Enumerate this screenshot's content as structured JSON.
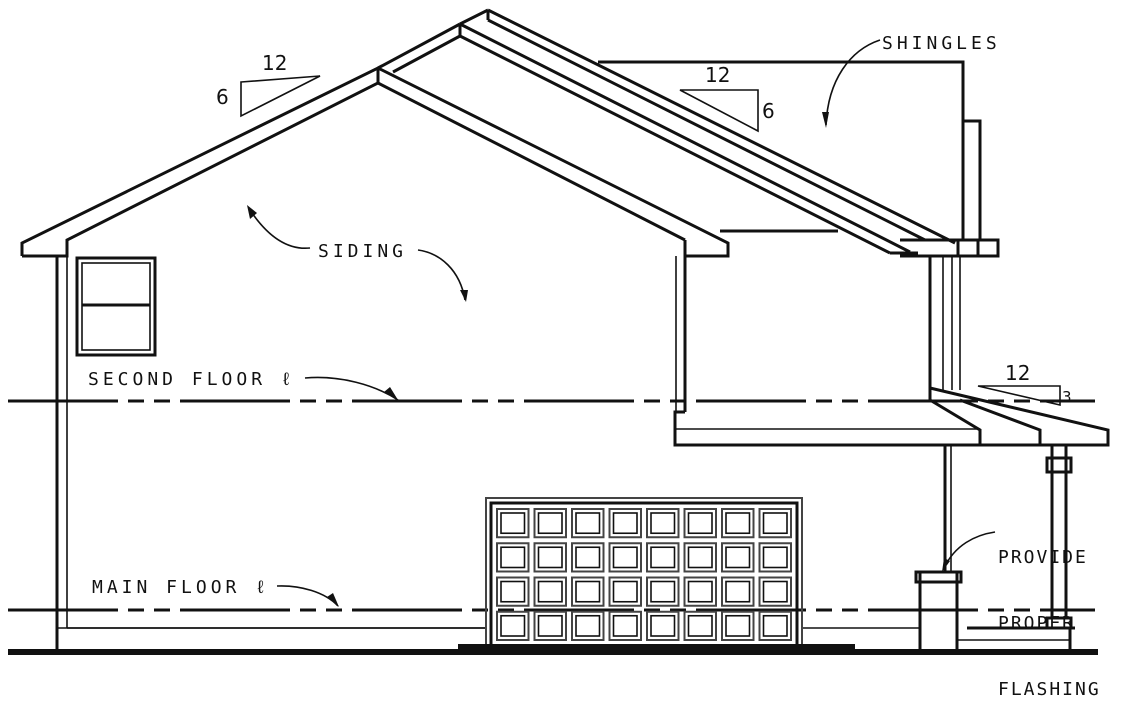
{
  "labels": {
    "shingles": "SHINGLES",
    "siding": "SIDING",
    "second_floor": "SECOND FLOOR ℓ",
    "main_floor": "MAIN FLOOR ℓ",
    "flashing": [
      "PROVIDE",
      "PROPER",
      "FLASHING"
    ]
  },
  "pitches": [
    {
      "run": "12",
      "rise": "6"
    },
    {
      "run": "12",
      "rise": "6"
    },
    {
      "run": "12",
      "rise": "3"
    }
  ],
  "garage_door": {
    "columns": 8,
    "rows": 4
  }
}
